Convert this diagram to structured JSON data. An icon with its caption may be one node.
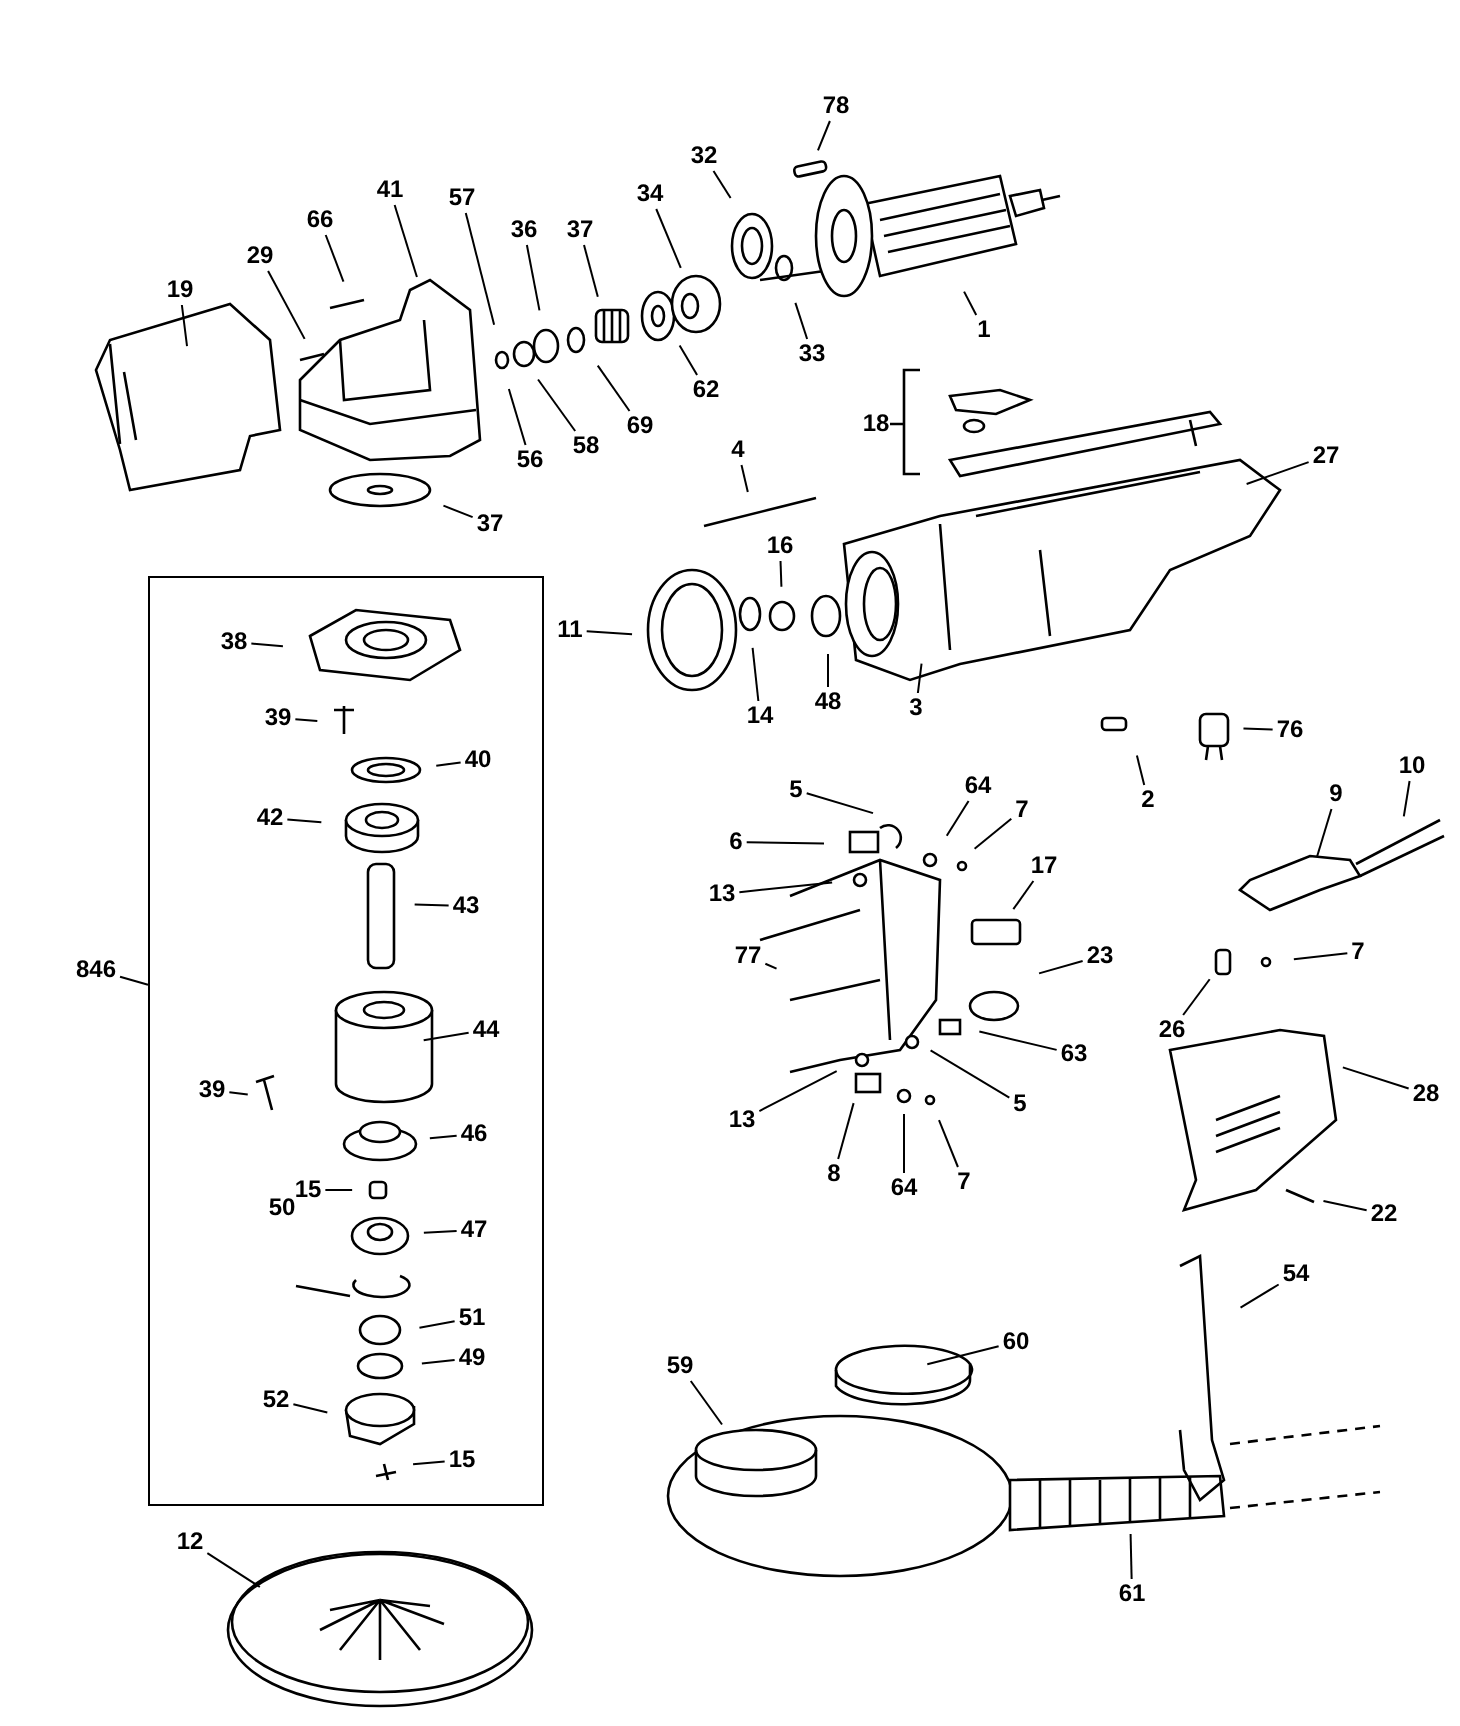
{
  "diagram": {
    "nodes": [
      {
        "text": [
          "78"
        ]
      },
      {
        "text": [
          "32"
        ]
      },
      {
        "text": [
          "41"
        ]
      },
      {
        "text": [
          "66"
        ]
      },
      {
        "text": [
          "57"
        ]
      },
      {
        "text": [
          "34"
        ]
      },
      {
        "text": [
          "37"
        ]
      },
      {
        "text": [
          "36"
        ]
      },
      {
        "text": [
          "29"
        ]
      },
      {
        "text": [
          "19"
        ]
      },
      {
        "text": [
          "1"
        ]
      },
      {
        "text": [
          "33"
        ]
      },
      {
        "text": [
          "62"
        ]
      },
      {
        "text": [
          "69"
        ]
      },
      {
        "text": [
          "58"
        ]
      },
      {
        "text": [
          "56"
        ]
      },
      {
        "text": [
          "18"
        ]
      },
      {
        "text": [
          "27"
        ]
      },
      {
        "text": [
          "37"
        ]
      },
      {
        "text": [
          "4"
        ]
      },
      {
        "text": [
          "16"
        ]
      },
      {
        "text": [
          "11"
        ]
      },
      {
        "text": [
          "14"
        ]
      },
      {
        "text": [
          "48"
        ]
      },
      {
        "text": [
          "3"
        ]
      },
      {
        "text": [],
        "shape": "box"
      },
      {
        "text": [
          "38"
        ],
        "in": 25
      },
      {
        "text": [
          "39"
        ],
        "in": 25
      },
      {
        "text": [
          "40"
        ],
        "in": 25
      },
      {
        "text": [
          "42"
        ],
        "in": 25
      },
      {
        "text": [
          "43"
        ],
        "in": 25
      },
      {
        "text": [
          "846"
        ]
      },
      {
        "text": [
          "44"
        ],
        "in": 25
      },
      {
        "text": [
          "39"
        ],
        "in": 25
      },
      {
        "text": [
          "46"
        ],
        "in": 25
      },
      {
        "text": [
          "15"
        ],
        "in": 25
      },
      {
        "text": [
          "50"
        ],
        "in": 25
      },
      {
        "text": [
          "47"
        ],
        "in": 25
      },
      {
        "text": [
          "51"
        ],
        "in": 25
      },
      {
        "text": [
          "49"
        ],
        "in": 25
      },
      {
        "text": [
          "52"
        ],
        "in": 25
      },
      {
        "text": [
          "15"
        ],
        "in": 25
      },
      {
        "text": [
          "12"
        ]
      },
      {
        "text": [
          "76"
        ]
      },
      {
        "text": [
          "2"
        ]
      },
      {
        "text": [
          "10"
        ]
      },
      {
        "text": [
          "5"
        ]
      },
      {
        "text": [
          "64"
        ]
      },
      {
        "text": [
          "9"
        ]
      },
      {
        "text": [
          "7"
        ]
      },
      {
        "text": [
          "6"
        ]
      },
      {
        "text": [
          "13"
        ]
      },
      {
        "text": [
          "17"
        ]
      },
      {
        "text": [
          "77"
        ]
      },
      {
        "text": [
          "7"
        ]
      },
      {
        "text": [
          "23"
        ]
      },
      {
        "text": [
          "26"
        ]
      },
      {
        "text": [
          "63"
        ]
      },
      {
        "text": [
          "5"
        ]
      },
      {
        "text": [
          "13"
        ]
      },
      {
        "text": [
          "28"
        ]
      },
      {
        "text": [
          "8"
        ]
      },
      {
        "text": [
          "64"
        ]
      },
      {
        "text": [
          "7"
        ]
      },
      {
        "text": [
          "22"
        ]
      },
      {
        "text": [
          "54"
        ]
      },
      {
        "text": [
          "60"
        ]
      },
      {
        "text": [
          "59"
        ]
      },
      {
        "text": [
          "61"
        ]
      }
    ],
    "edges": [
      {
        "from": 0,
        "to": null,
        "arrow": "none"
      },
      {
        "from": 1,
        "to": null,
        "arrow": "none"
      },
      {
        "from": 2,
        "to": null,
        "arrow": "none"
      },
      {
        "from": 3,
        "to": null,
        "arrow": "none"
      },
      {
        "from": 4,
        "to": null,
        "arrow": "none"
      },
      {
        "from": 5,
        "to": null,
        "arrow": "none"
      },
      {
        "from": 6,
        "to": null,
        "arrow": "none"
      },
      {
        "from": 7,
        "to": null,
        "arrow": "none"
      },
      {
        "from": 8,
        "to": null,
        "arrow": "none"
      },
      {
        "from": 9,
        "to": null,
        "arrow": "none"
      },
      {
        "from": 10,
        "to": null,
        "arrow": "none"
      },
      {
        "from": 11,
        "to": null,
        "arrow": "none"
      },
      {
        "from": 12,
        "to": null,
        "arrow": "none"
      },
      {
        "from": 13,
        "to": null,
        "arrow": "none"
      },
      {
        "from": 14,
        "to": null,
        "arrow": "none"
      },
      {
        "from": 15,
        "to": null,
        "arrow": "none"
      },
      {
        "from": 17,
        "to": null,
        "arrow": "none"
      },
      {
        "from": 18,
        "to": null,
        "arrow": "none"
      },
      {
        "from": 19,
        "to": null,
        "arrow": "none"
      },
      {
        "from": 20,
        "to": null,
        "arrow": "none"
      },
      {
        "from": 21,
        "to": null,
        "arrow": "none"
      },
      {
        "from": 22,
        "to": null,
        "arrow": "none"
      },
      {
        "from": 23,
        "to": null,
        "arrow": "none"
      },
      {
        "from": 24,
        "to": null,
        "arrow": "none"
      },
      {
        "from": 26,
        "to": null,
        "arrow": "none"
      },
      {
        "from": 27,
        "to": null,
        "arrow": "none"
      },
      {
        "from": 28,
        "to": null,
        "arrow": "none"
      },
      {
        "from": 29,
        "to": null,
        "arrow": "none"
      },
      {
        "from": 30,
        "to": null,
        "arrow": "none"
      },
      {
        "from": 31,
        "to": 25,
        "arrow": "none"
      },
      {
        "from": 32,
        "to": null,
        "arrow": "none"
      },
      {
        "from": 33,
        "to": null,
        "arrow": "none"
      },
      {
        "from": 34,
        "to": null,
        "arrow": "none"
      },
      {
        "from": 35,
        "to": null,
        "arrow": "none"
      },
      {
        "from": 37,
        "to": null,
        "arrow": "none"
      },
      {
        "from": 38,
        "to": null,
        "arrow": "none"
      },
      {
        "from": 39,
        "to": null,
        "arrow": "none"
      },
      {
        "from": 40,
        "to": null,
        "arrow": "none"
      },
      {
        "from": 41,
        "to": null,
        "arrow": "none"
      },
      {
        "from": 42,
        "to": null,
        "arrow": "none"
      },
      {
        "from": 43,
        "to": null,
        "arrow": "none"
      },
      {
        "from": 44,
        "to": null,
        "arrow": "none"
      },
      {
        "from": 45,
        "to": null,
        "arrow": "none"
      },
      {
        "from": 46,
        "to": null,
        "arrow": "none"
      },
      {
        "from": 47,
        "to": null,
        "arrow": "none"
      },
      {
        "from": 48,
        "to": null,
        "arrow": "none"
      },
      {
        "from": 49,
        "to": null,
        "arrow": "none"
      },
      {
        "from": 50,
        "to": null,
        "arrow": "none"
      },
      {
        "from": 51,
        "to": null,
        "arrow": "none"
      },
      {
        "from": 52,
        "to": null,
        "arrow": "none"
      },
      {
        "from": 53,
        "to": null,
        "arrow": "none"
      },
      {
        "from": 54,
        "to": null,
        "arrow": "none"
      },
      {
        "from": 55,
        "to": null,
        "arrow": "none"
      },
      {
        "from": 56,
        "to": null,
        "arrow": "none"
      },
      {
        "from": 57,
        "to": null,
        "arrow": "none"
      },
      {
        "from": 58,
        "to": null,
        "arrow": "none"
      },
      {
        "from": 59,
        "to": null,
        "arrow": "none"
      },
      {
        "from": 60,
        "to": null,
        "arrow": "none"
      },
      {
        "from": 61,
        "to": null,
        "arrow": "none"
      },
      {
        "from": 62,
        "to": null,
        "arrow": "none"
      },
      {
        "from": 63,
        "to": null,
        "arrow": "none"
      },
      {
        "from": 64,
        "to": null,
        "arrow": "none"
      },
      {
        "from": 65,
        "to": null,
        "arrow": "none"
      },
      {
        "from": 66,
        "to": null,
        "arrow": "none"
      },
      {
        "from": 67,
        "to": null,
        "arrow": "none"
      },
      {
        "from": 68,
        "to": null,
        "arrow": "none"
      }
    ]
  }
}
